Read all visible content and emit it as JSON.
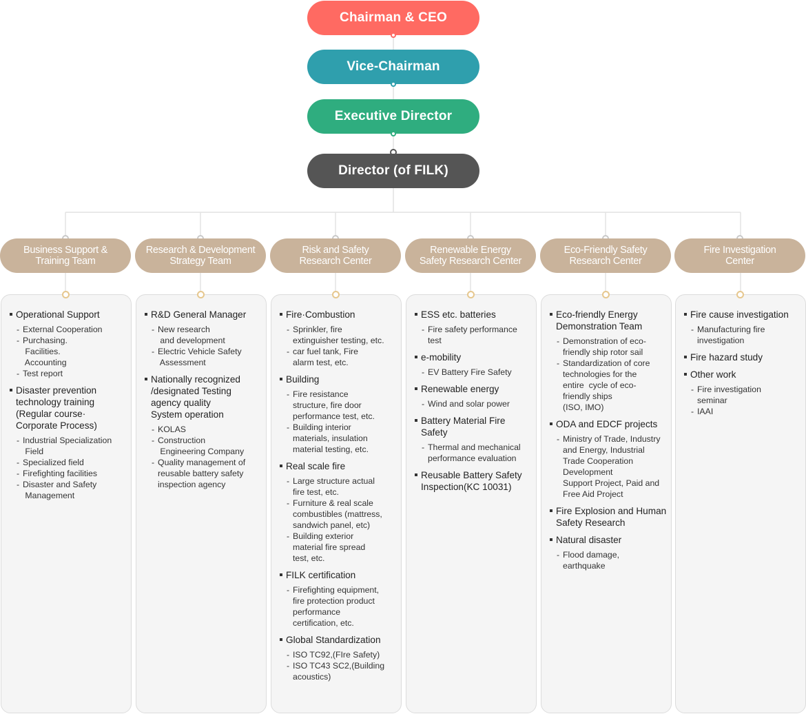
{
  "executives": {
    "chairman": "Chairman & CEO",
    "vice_chairman": "Vice-Chairman",
    "executive_director": "Executive Director",
    "director": "Director (of FILK)"
  },
  "colors": {
    "chairman": "#ff6a62",
    "vice_chairman": "#2f9fad",
    "executive_director": "#2fad7f",
    "director": "#555555",
    "department": "#c9b39b",
    "panel_bg": "#f5f5f5"
  },
  "departments": [
    {
      "title": [
        "Business Support &",
        "Training Team"
      ],
      "items": [
        {
          "head": [
            "Operational Support"
          ],
          "subs": [
            [
              "External Cooperation"
            ],
            [
              "Purchasing.",
              " Facilities.",
              " Accounting"
            ],
            [
              "Test report"
            ]
          ]
        },
        {
          "head": [
            "Disaster prevention",
            "technology training",
            "(Regular course·",
            "Corporate Process)"
          ],
          "subs": [
            [
              "Industrial Specialization",
              " Field"
            ],
            [
              "Specialized field"
            ],
            [
              "Firefighting facilities"
            ],
            [
              "Disaster and Safety",
              " Management"
            ]
          ]
        }
      ]
    },
    {
      "title": [
        "Research & Development",
        "Strategy Team"
      ],
      "items": [
        {
          "head": [
            "R&D General Manager"
          ],
          "subs": [
            [
              "New research",
              " and development"
            ],
            [
              "Electric Vehicle Safety",
              " Assessment"
            ]
          ]
        },
        {
          "head": [
            "Nationally recognized",
            "/designated Testing",
            "agency quality",
            "System operation"
          ],
          "subs": [
            [
              "KOLAS"
            ],
            [
              "Construction",
              " Engineering Company"
            ],
            [
              "Quality management of",
              "reusable battery safety",
              "inspection agency"
            ]
          ]
        }
      ]
    },
    {
      "title": [
        "Risk and Safety",
        "Research Center"
      ],
      "items": [
        {
          "head": [
            "Fire·Combustion"
          ],
          "subs": [
            [
              "Sprinkler, fire",
              "extinguisher testing, etc."
            ],
            [
              "car fuel tank, Fire",
              "alarm test, etc."
            ]
          ]
        },
        {
          "head": [
            "Building"
          ],
          "subs": [
            [
              "Fire resistance",
              "structure, fire door",
              "performance test, etc."
            ],
            [
              "Building interior",
              "materials, insulation",
              "material testing, etc."
            ]
          ]
        },
        {
          "head": [
            "Real scale fire"
          ],
          "subs": [
            [
              "Large structure actual",
              "fire test, etc."
            ],
            [
              "Furniture & real scale",
              "combustibles (mattress,",
              "sandwich panel, etc)"
            ],
            [
              "Building exterior",
              "material fire spread",
              "test, etc."
            ]
          ]
        },
        {
          "head": [
            "FILK certification"
          ],
          "subs": [
            [
              "Firefighting equipment,",
              "fire protection product",
              "performance",
              "certification, etc."
            ]
          ]
        },
        {
          "head": [
            "Global Standardization"
          ],
          "subs": [
            [
              "ISO TC92,(FIre Safety)"
            ],
            [
              "ISO TC43 SC2,(Building",
              "acoustics)"
            ]
          ]
        }
      ]
    },
    {
      "title": [
        "Renewable Energy",
        "Safety Research Center"
      ],
      "items": [
        {
          "head": [
            "ESS etc. batteries"
          ],
          "subs": [
            [
              "Fire safety performance",
              "test"
            ]
          ]
        },
        {
          "head": [
            "e-mobility"
          ],
          "subs": [
            [
              "EV Battery Fire Safety"
            ]
          ]
        },
        {
          "head": [
            "Renewable energy"
          ],
          "subs": [
            [
              "Wind and solar power"
            ]
          ]
        },
        {
          "head": [
            "Battery Material Fire",
            "Safety"
          ],
          "subs": [
            [
              "Thermal and mechanical",
              "performance evaluation"
            ]
          ]
        },
        {
          "head": [
            "Reusable Battery Safety",
            "Inspection(KC 10031)"
          ],
          "subs": []
        }
      ]
    },
    {
      "title": [
        "Eco-Friendly Safety",
        "Research Center"
      ],
      "items": [
        {
          "head": [
            "Eco-friendly Energy",
            "Demonstration Team"
          ],
          "subs": [
            [
              "Demonstration of eco-",
              "friendly ship rotor sail"
            ],
            [
              "Standardization of core",
              "technologies for the",
              "entire  cycle of eco-",
              "friendly ships",
              "(ISO, IMO)"
            ]
          ]
        },
        {
          "head": [
            "ODA and EDCF projects"
          ],
          "subs": [
            [
              "Ministry of Trade, Industry",
              "and Energy, Industrial",
              "Trade Cooperation",
              "Development",
              "Support Project, Paid and",
              "Free Aid Project"
            ]
          ]
        },
        {
          "head": [
            "Fire Explosion and Human",
            "Safety Research"
          ],
          "subs": []
        },
        {
          "head": [
            "Natural disaster"
          ],
          "subs": [
            [
              "Flood damage,",
              "earthquake"
            ]
          ]
        }
      ]
    },
    {
      "title": [
        "Fire Investigation",
        "Center"
      ],
      "items": [
        {
          "head": [
            "Fire cause investigation"
          ],
          "subs": [
            [
              "Manufacturing fire",
              "investigation"
            ]
          ]
        },
        {
          "head": [
            "Fire hazard study"
          ],
          "subs": []
        },
        {
          "head": [
            "Other work"
          ],
          "subs": [
            [
              "Fire investigation",
              "seminar"
            ],
            [
              "IAAI"
            ]
          ]
        }
      ]
    }
  ]
}
